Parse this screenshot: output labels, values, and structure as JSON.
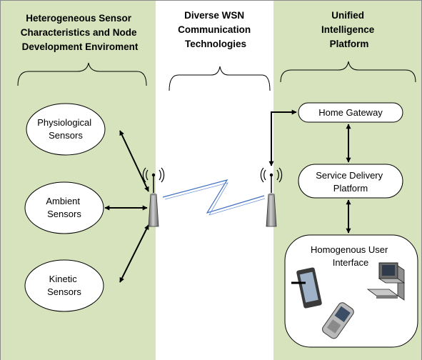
{
  "columns": {
    "left": {
      "title_lines": [
        "Heterogeneous Sensor",
        "Characteristics and Node",
        "Development Enviroment"
      ],
      "fill": "#d6e3bc"
    },
    "middle": {
      "title_lines": [
        "Diverse WSN",
        "Communication",
        "Technologies"
      ],
      "fill": "#ffffff"
    },
    "right": {
      "title_lines": [
        "Unified",
        "Intelligence",
        "Platform"
      ],
      "fill": "#d6e3bc"
    }
  },
  "sensors": [
    {
      "lines": [
        "Physiological",
        "Sensors"
      ]
    },
    {
      "lines": [
        "Ambient",
        "Sensors"
      ]
    },
    {
      "lines": [
        "Kinetic",
        "Sensors"
      ]
    }
  ],
  "platform": {
    "home_gateway": "Home Gateway",
    "service_delivery_lines": [
      "Service Delivery",
      "Platform"
    ],
    "user_interface_lines": [
      "Homogenous User",
      "Interface"
    ]
  },
  "icons": [
    "wireless-node-icon",
    "tablet-icon",
    "desktop-computer-icon",
    "mobile-phone-icon"
  ]
}
